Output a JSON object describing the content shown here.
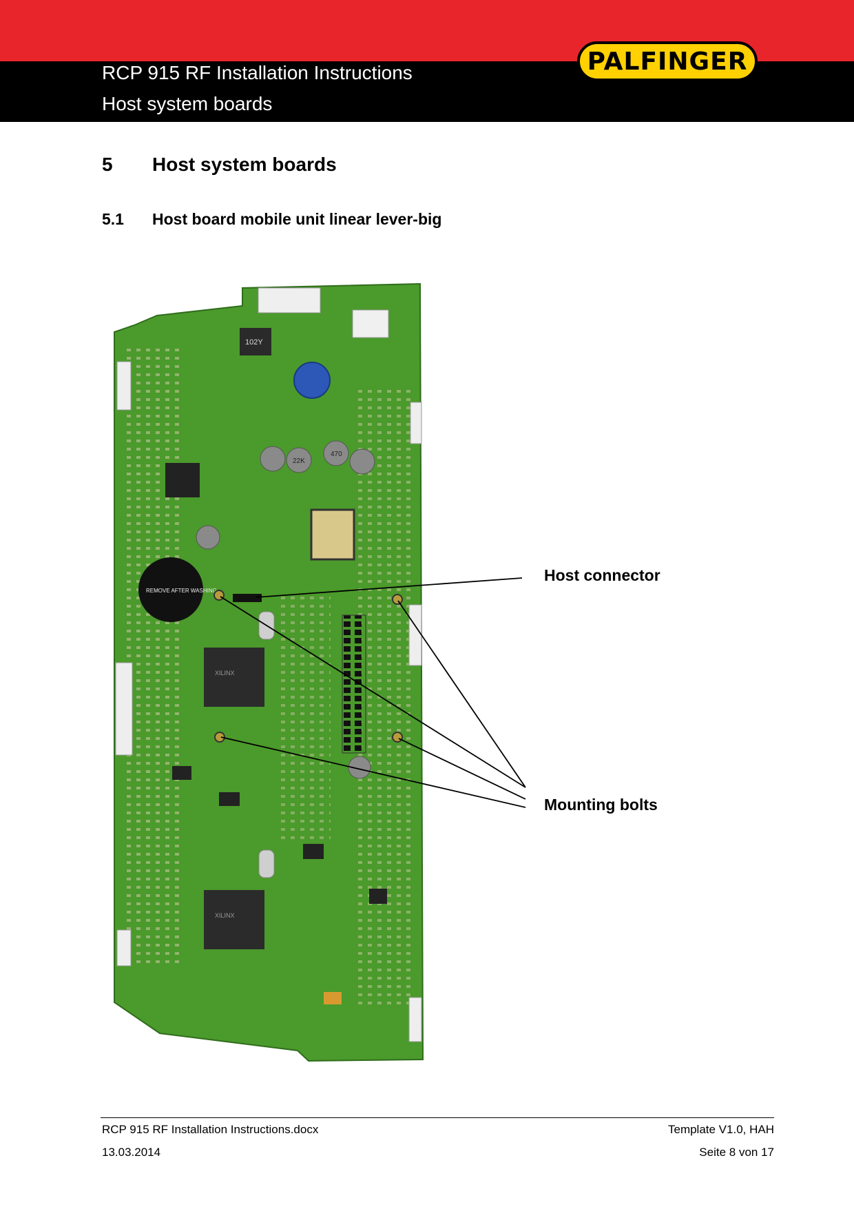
{
  "header": {
    "doc_title": "RCP 915 RF Installation Instructions",
    "section_title": "Host system boards",
    "logo_text": "PALFINGER",
    "band_color": "#e8252b",
    "logo_color": "#ffd100"
  },
  "section": {
    "number": "5",
    "title": "Host system boards"
  },
  "subsection": {
    "number": "5.1",
    "title": "Host board mobile unit linear lever-big"
  },
  "figure": {
    "board_color": "#4b9a2c",
    "callouts": {
      "host_connector": "Host connector",
      "mounting_bolts": "Mounting bolts"
    },
    "component_labels": {
      "inductor": "102Y",
      "battery": "REMOVE AFTER WASHING",
      "cap_470": "470",
      "cap_22k": "22K",
      "chip_1": "XILINX",
      "chip_2": "XILINX"
    }
  },
  "footer": {
    "filename": "RCP 915 RF Installation Instructions.docx",
    "template": "Template V1.0, HAH",
    "date": "13.03.2014",
    "page": "Seite 8 von 17"
  }
}
